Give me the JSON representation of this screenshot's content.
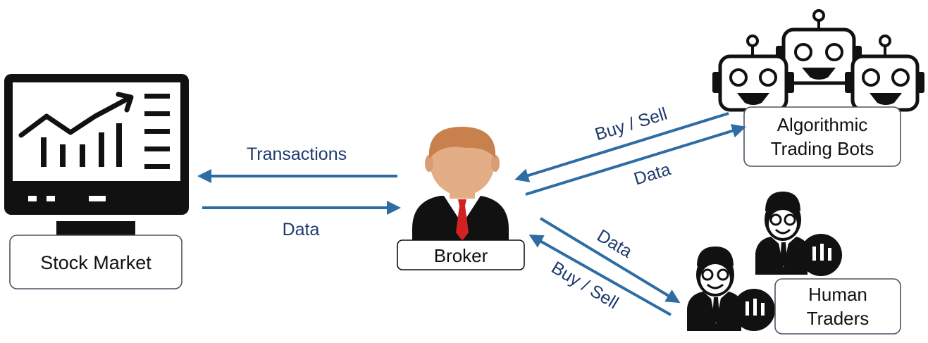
{
  "nodes": {
    "stock_market": "Stock Market",
    "broker": "Broker",
    "bots_line1": "Algorithmic",
    "bots_line2": "Trading Bots",
    "humans_line1": "Human",
    "humans_line2": "Traders"
  },
  "edges": {
    "broker_to_market": "Transactions",
    "market_to_broker": "Data",
    "broker_to_bots": "Data",
    "bots_to_broker": "Buy / Sell",
    "broker_to_humans": "Data",
    "humans_to_broker": "Buy / Sell"
  },
  "colors": {
    "arrow": "#2e6da4",
    "edge_label": "#1f3a6e",
    "box_border": "#4a5563",
    "icon": "#111111",
    "face": "#e3ad86",
    "hair": "#c8814c",
    "tie": "#d32020"
  }
}
